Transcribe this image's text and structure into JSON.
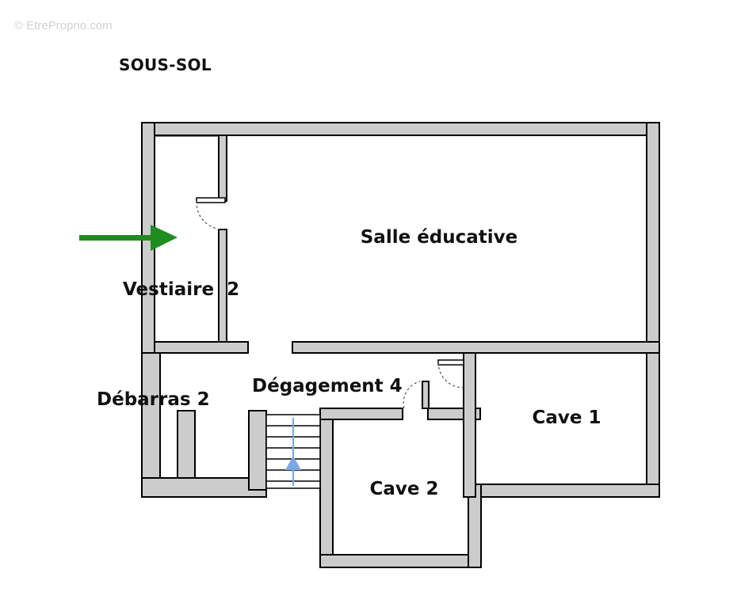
{
  "watermark": "© EtreProprio.com",
  "title": "SOUS-SOL",
  "rooms": [
    {
      "id": "salle",
      "label": "Salle éducative"
    },
    {
      "id": "vestiaire",
      "label": "Vestiaire  2"
    },
    {
      "id": "debarras",
      "label": "Débarras 2"
    },
    {
      "id": "degagement",
      "label": "Dégagement 4"
    },
    {
      "id": "cave1",
      "label": "Cave 1"
    },
    {
      "id": "cave2",
      "label": "Cave 2"
    }
  ],
  "colors": {
    "wall": "#cccccc",
    "entrance_arrow": "#1e8c1e",
    "stair_arrow": "#7aa7e6"
  },
  "icons": {
    "entrance": "arrow-right-icon",
    "stairs_direction": "arrow-up-icon"
  }
}
